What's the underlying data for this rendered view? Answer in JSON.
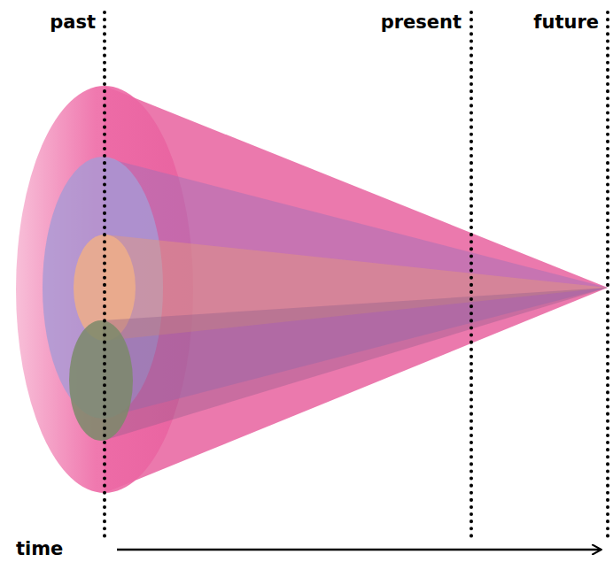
{
  "diagram": {
    "labels": [
      "past",
      "present",
      "future",
      "time"
    ]
  }
}
